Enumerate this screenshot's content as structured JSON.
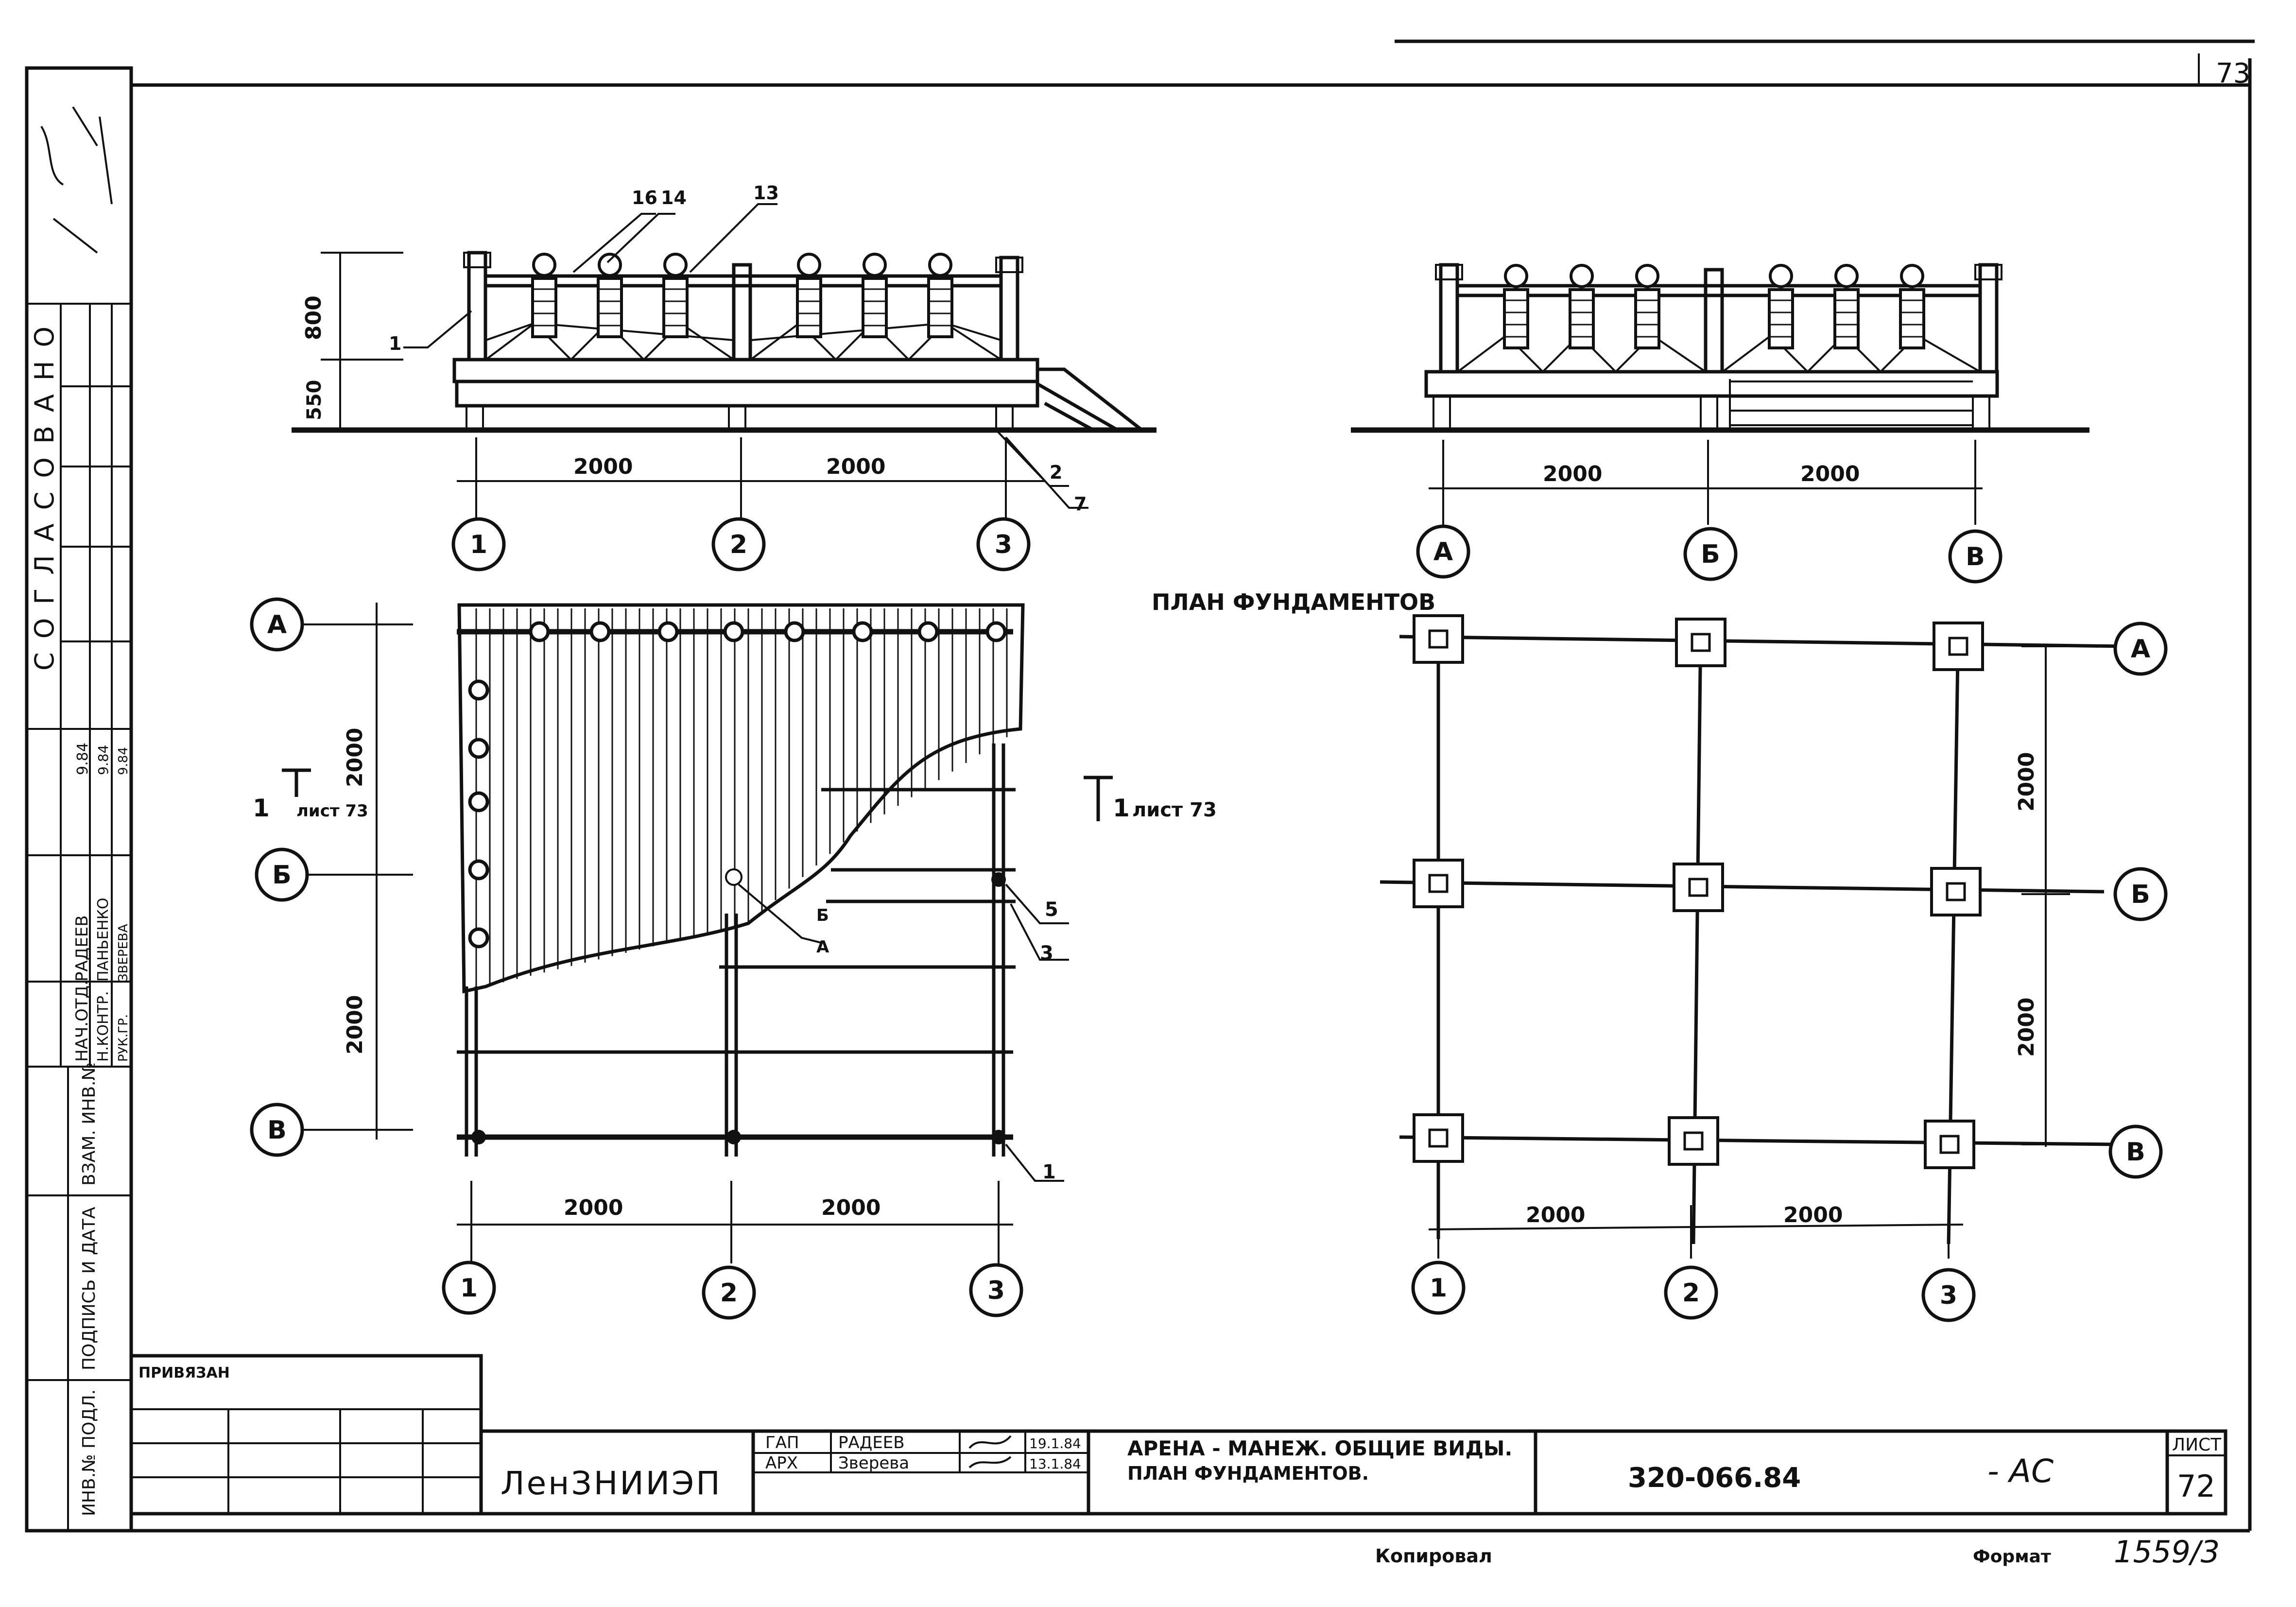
{
  "sheet_corner_number": "73",
  "side_stamp": {
    "agreed_label": "СОГЛАСОВАНО",
    "roles": [
      "НАЧ.ОТД.",
      "Н.КОНТР.",
      "РУК.ГР."
    ],
    "names": [
      "РАДЕЕВ",
      "ПАНЬЕНКО",
      "ЗВЕРЕВА"
    ],
    "dates": [
      "9.84",
      "9.84",
      "9.84"
    ],
    "columns": [
      "ИНВ.№ ПОДЛ.",
      "ПОДПИСЬ И ДАТА",
      "ВЗАМ. ИНВ.№"
    ]
  },
  "elevation_left": {
    "dims": {
      "h_top": "800",
      "h_bottom": "550",
      "span1": "2000",
      "span2": "2000"
    },
    "leaders": [
      "16",
      "14",
      "13",
      "1",
      "2",
      "7"
    ],
    "axes": [
      "1",
      "2",
      "3"
    ]
  },
  "elevation_right": {
    "dims": {
      "span1": "2000",
      "span2": "2000"
    },
    "axes": [
      "А",
      "Б",
      "В"
    ]
  },
  "plan_left": {
    "section_mark_left": "1",
    "section_sheet_left": "лист 73",
    "section_mark_right": "1",
    "section_sheet_right": "лист 73",
    "row_axes": [
      "А",
      "Б",
      "В"
    ],
    "col_axes": [
      "1",
      "2",
      "3"
    ],
    "dims": {
      "v1": "2000",
      "v2": "2000",
      "h1": "2000",
      "h2": "2000"
    },
    "leaders": [
      "5",
      "3",
      "1"
    ],
    "inner_mark_top": "Б",
    "inner_mark_bottom": "А"
  },
  "plan_foundations": {
    "title": "ПЛАН ФУНДАМЕНТОВ",
    "row_axes": [
      "А",
      "Б",
      "В"
    ],
    "col_axes": [
      "1",
      "2",
      "3"
    ],
    "dims": {
      "v1": "2000",
      "v2": "2000",
      "h1": "2000",
      "h2": "2000"
    }
  },
  "title_block": {
    "bound_label": "ПРИВЯЗАН",
    "organization": "ЛенЗНИИЭП",
    "roles": [
      "ГАП",
      "АРХ"
    ],
    "names": [
      "РАДЕЕВ",
      "Зверева"
    ],
    "dates": [
      "19.1.84",
      "13.1.84"
    ],
    "title_line1": "АРЕНА - МАНЕЖ. ОБЩИЕ ВИДЫ.",
    "title_line2": "ПЛАН ФУНДАМЕНТОВ.",
    "project_code": "320-066.84",
    "mark": "- АС",
    "sheet_label": "ЛИСТ",
    "sheet_number": "72"
  },
  "footer": {
    "copied_label": "Копировал",
    "format_label": "Формат",
    "format_value": "1559/3"
  }
}
